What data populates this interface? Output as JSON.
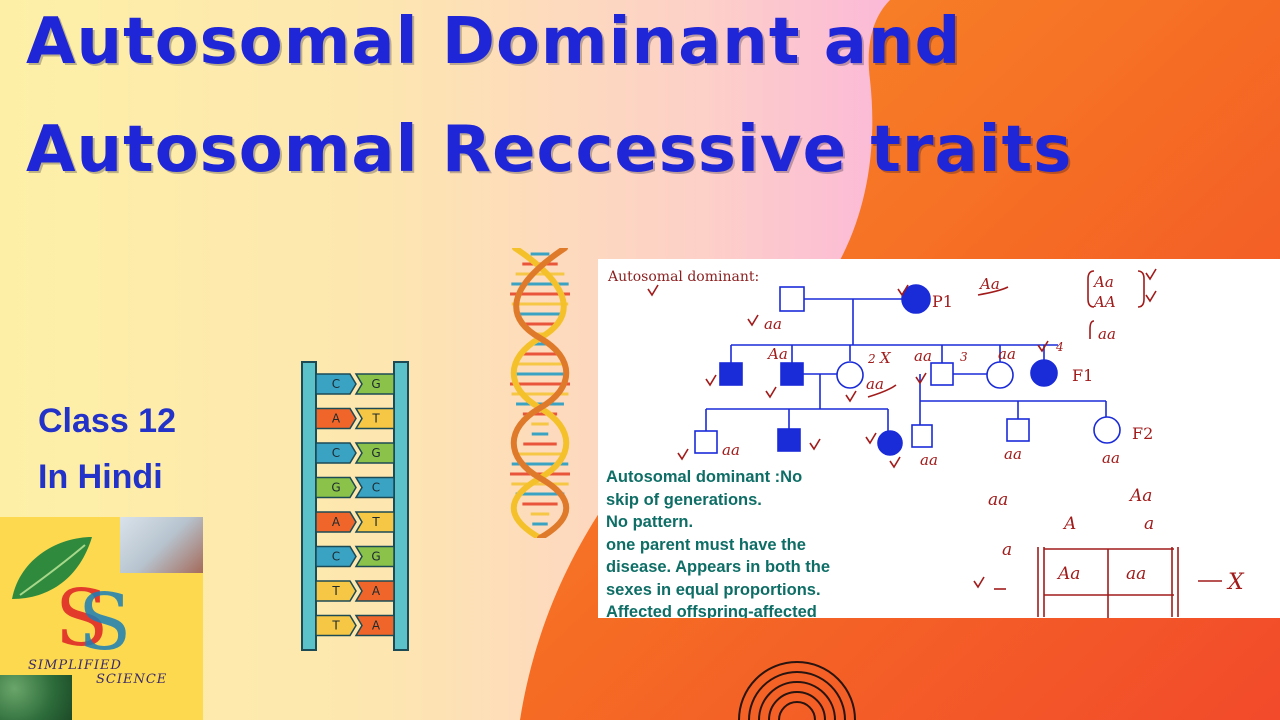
{
  "title": {
    "line1": "Autosomal Dominant and",
    "line2": "Autosomal Reccessive traits"
  },
  "side": {
    "line1": "Class 12",
    "line2": "In Hindi"
  },
  "logo": {
    "line1": "SIMPLIFIED",
    "line2": "SCIENCE"
  },
  "dna_ladder": {
    "pairs": [
      [
        "C",
        "G"
      ],
      [
        "A",
        "T"
      ],
      [
        "C",
        "G"
      ],
      [
        "G",
        "C"
      ],
      [
        "A",
        "T"
      ],
      [
        "C",
        "G"
      ],
      [
        "T",
        "A"
      ],
      [
        "T",
        "A"
      ]
    ]
  },
  "panel": {
    "heading": "Autosomal dominant:",
    "labels": {
      "p1": "P1",
      "f1": "F1",
      "f2": "F2",
      "gen_cross": "Aa",
      "top_geno_1": "Aa",
      "top_geno_2": "AA",
      "bracket_geno": "aa",
      "father_geno": "aa",
      "child_geno": "Aa",
      "x_mark": "X",
      "num2": "2",
      "num3": "3",
      "num4": "4",
      "aa_a": "aa",
      "aa_b": "aa",
      "aa_c": "aa",
      "aa_d": "aa",
      "aa_e": "aa",
      "aa_f": "aa",
      "aa_g": "aa",
      "gam_aa": "aa",
      "gam_Aa": "Aa",
      "gam_A": "A",
      "gam_a": "a",
      "row_a": "a",
      "cell_Aa": "Aa",
      "cell_aa": "aa",
      "cross_x": "X"
    },
    "notes": [
      "Autosomal dominant :No",
      "skip of generations.",
      "No pattern.",
      "one parent must have the",
      "disease. Appears in both the",
      "sexes in equal proportions.",
      "Affected offspring-affected"
    ]
  },
  "colors": {
    "title": "#1f26d8",
    "accent_orange": "#f57a1c",
    "pedigree_blue": "#1a2bd8",
    "handwriting_red": "#a11b1b",
    "notes_teal": "#0e6e66"
  }
}
